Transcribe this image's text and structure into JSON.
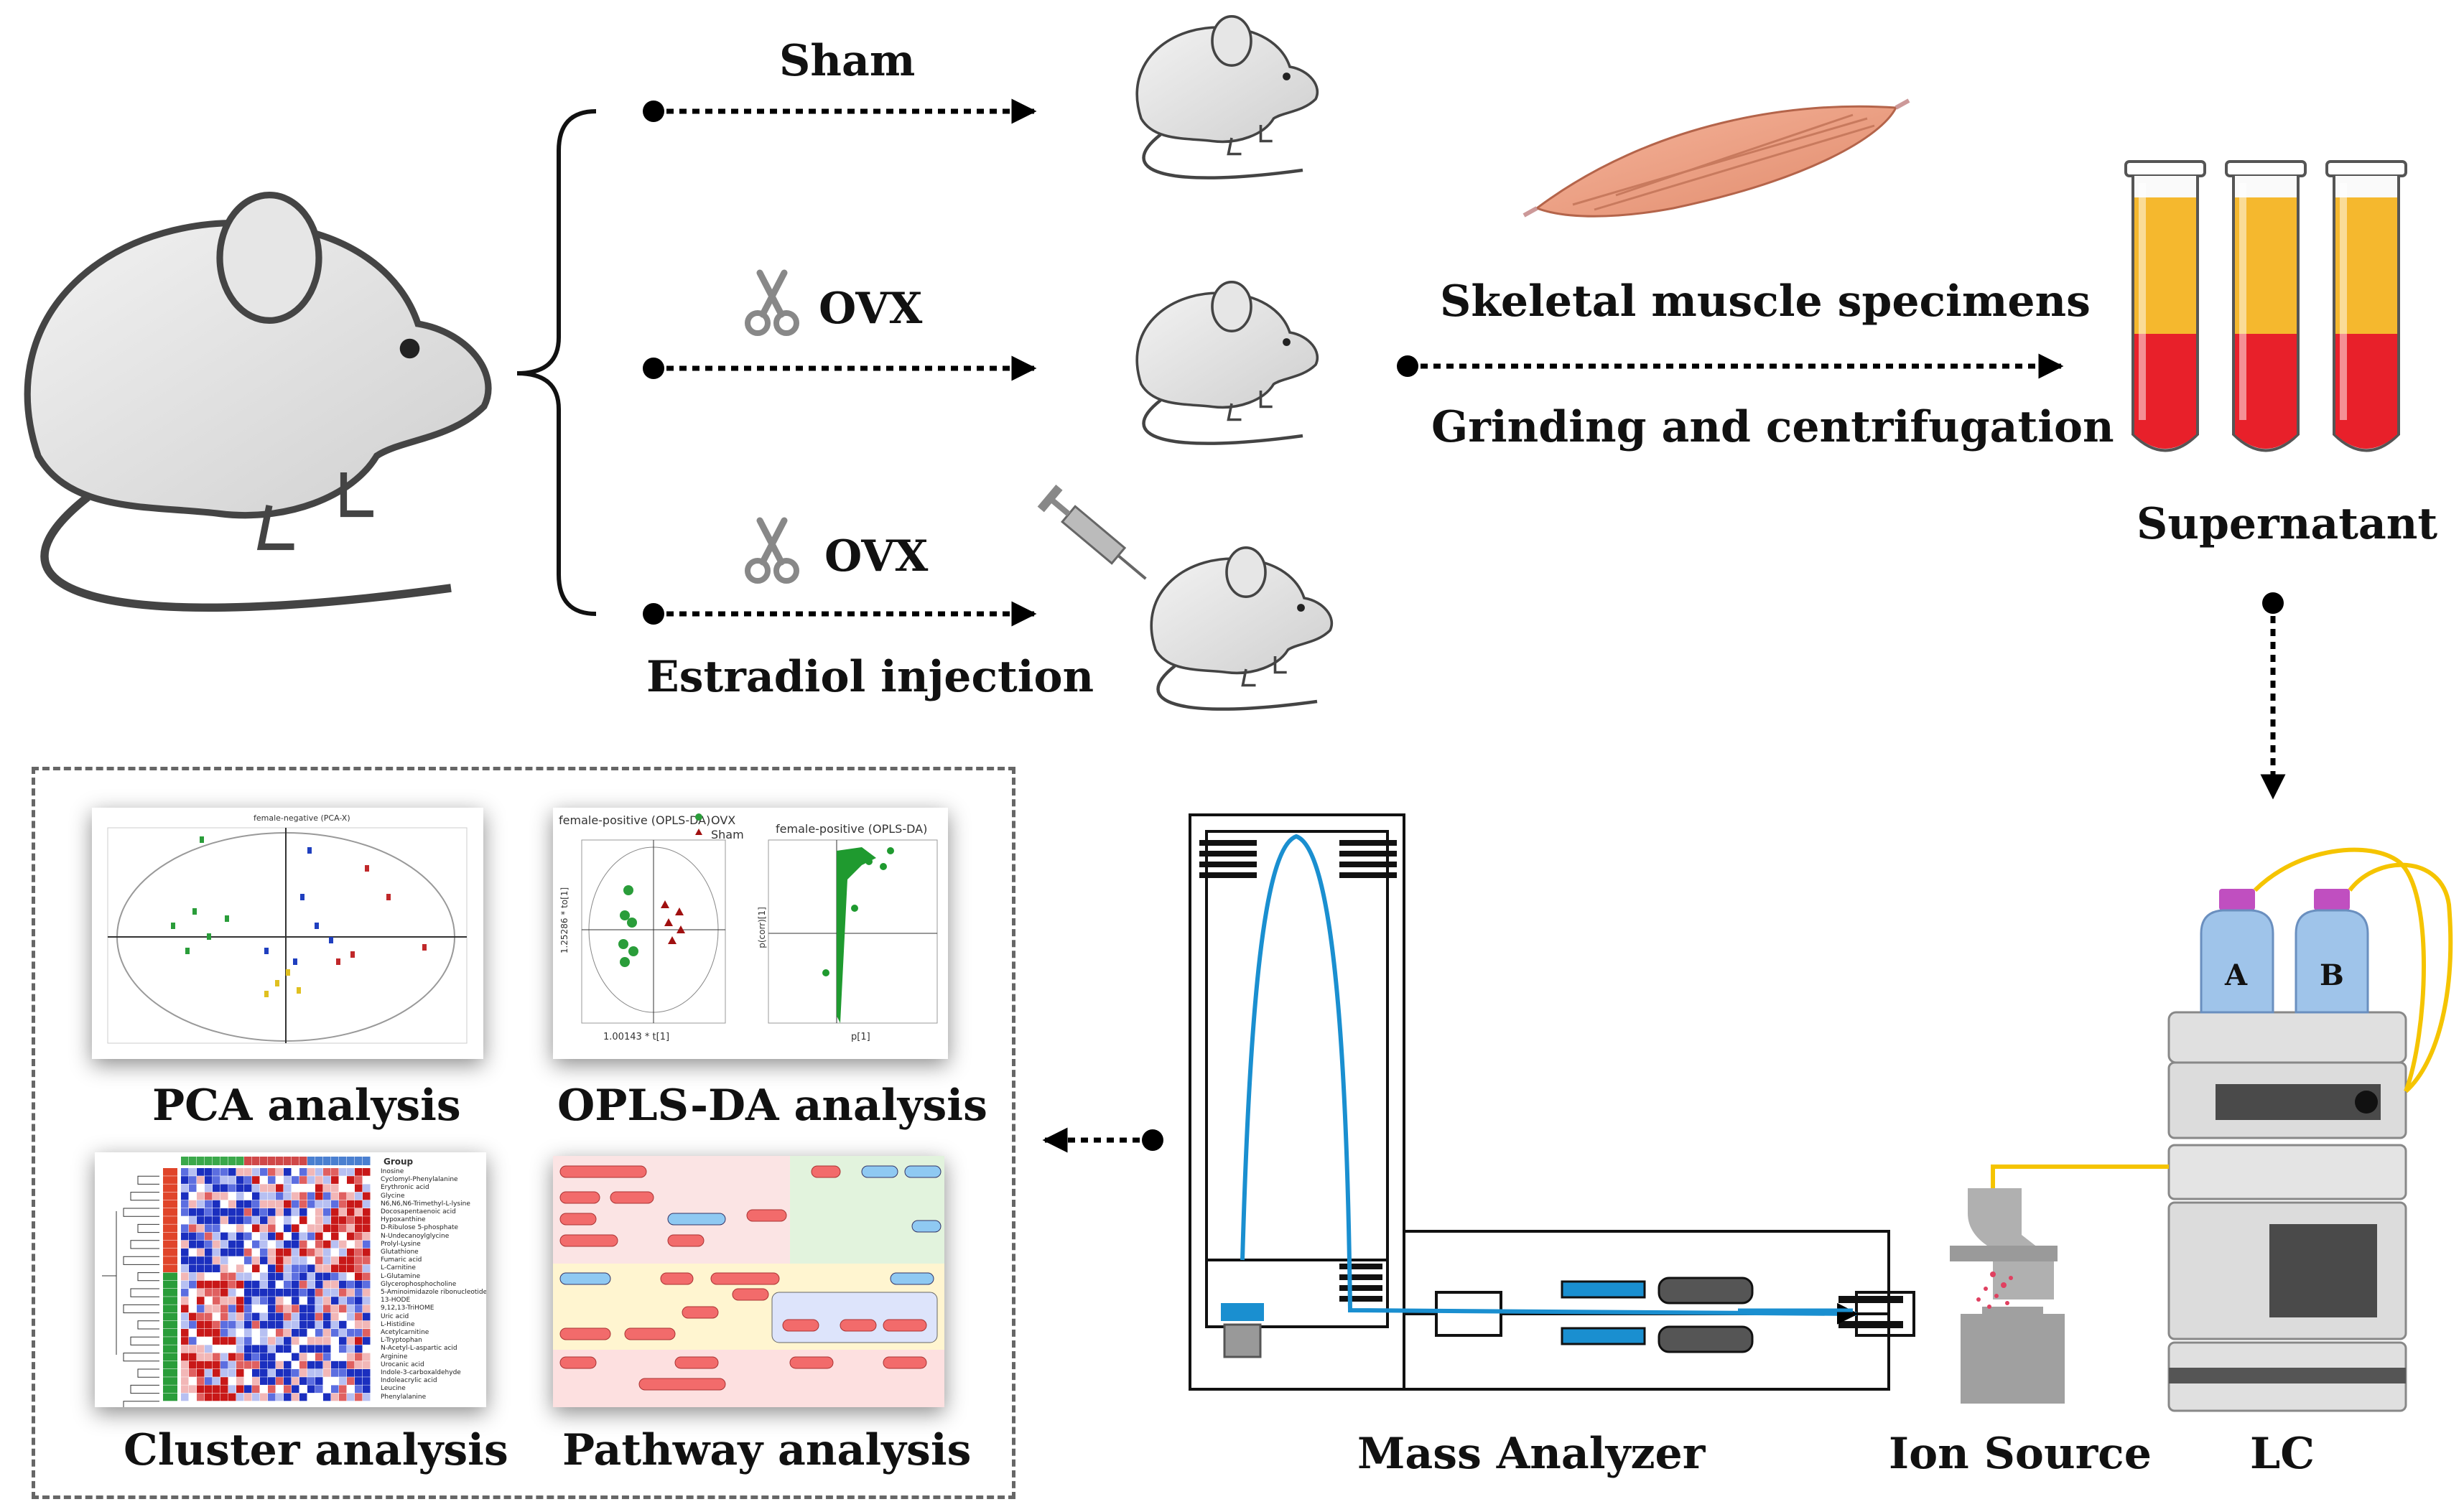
{
  "groups": {
    "sham": "Sham",
    "ovx1": "OVX",
    "ovx2": "OVX",
    "estradiol": "Estradiol injection"
  },
  "processing": {
    "specimens": "Skeletal muscle specimens",
    "grinding": "Grinding and centrifugation",
    "supernatant": "Supernatant"
  },
  "instrument": {
    "mass_analyzer": "Mass Analyzer",
    "ion_source": "Ion Source",
    "lc": "LC",
    "bottle_a": "A",
    "bottle_b": "B"
  },
  "analyses": {
    "pca": "PCA analysis",
    "oplsda": "OPLS-DA analysis",
    "cluster": "Cluster analysis",
    "pathway": "Pathway analysis"
  },
  "thumbs": {
    "pca_title": "female-negative (PCA-X)",
    "opls_title1": "female-positive (OPLS-DA)",
    "opls_legend_ovx": "OVX",
    "opls_legend_sham": "Sham",
    "opls_title2": "female-positive (OPLS-DA)",
    "opls_xlabel1": "1.00143 * t[1]",
    "opls_ylabel1": "1.25286 * to[1]",
    "opls_xlabel2": "p[1]",
    "opls_ylabel2": "p(corr)[1]",
    "cluster_group": "Group",
    "cluster_rows": [
      "Inosine",
      "Cyclomyl-Phenylalanine",
      "Erythronic acid",
      "Glycine",
      "N6,N6,N6-Trimethyl-L-lysine",
      "Docosapentaenoic acid",
      "Hypoxanthine",
      "D-Ribulose 5-phosphate",
      "N-Undecanoylglycine",
      "Prolyl-Lysine",
      "Glutathione",
      "Fumaric acid",
      "L-Carnitine",
      "L-Glutamine",
      "Glycerophosphocholine",
      "5-Aminoimidazole ribonucleotide",
      "13-HODE",
      "9,12,13-TriHOME",
      "Uric acid",
      "L-Histidine",
      "Acetylcarnitine",
      "L-Tryptophan",
      "N-Acetyl-L-aspartic acid",
      "Arginine",
      "Urocanic acid",
      "Indole-3-carboxaldehyde",
      "Indoleacrylic acid",
      "Leucine",
      "Phenylalanine"
    ]
  },
  "colors": {
    "muscle": "#f0a58a",
    "serum_yellow": "#f5b82e",
    "serum_red": "#e8202a",
    "ms_blue": "#1a8fd0",
    "lc_yellow": "#f5c400",
    "cap_purple": "#c04fc0",
    "bottle_blue": "#9fc4ea"
  }
}
